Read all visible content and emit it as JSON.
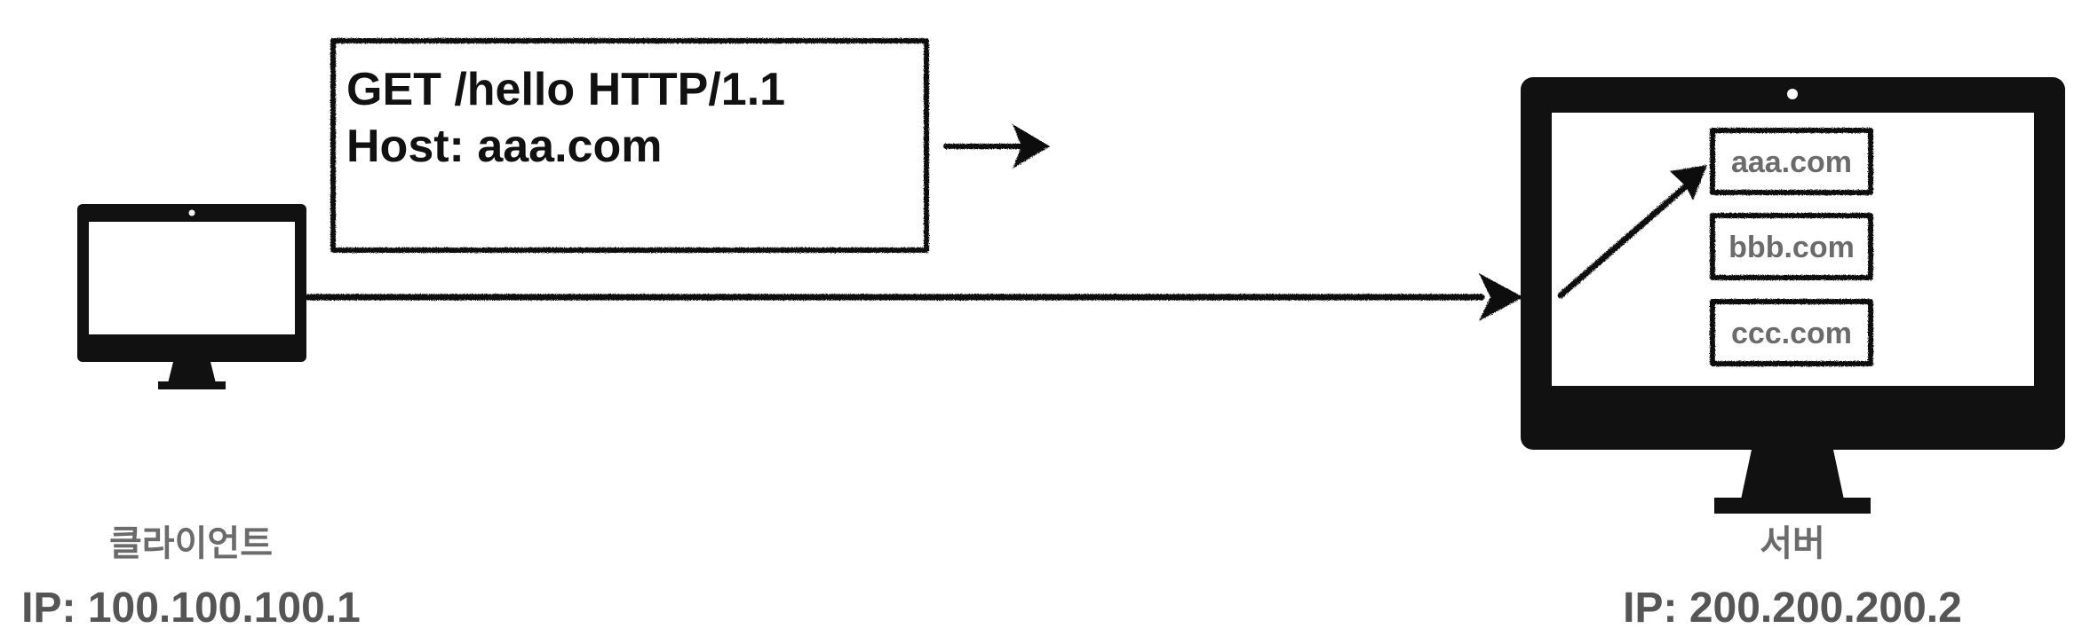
{
  "request": {
    "line1": "GET /hello HTTP/1.1",
    "line2": "Host: aaa.com"
  },
  "client": {
    "name": "클라이언트",
    "ip": "IP: 100.100.100.1",
    "icon": "monitor-icon"
  },
  "server": {
    "name": "서버",
    "ip": "IP: 200.200.200.2",
    "icon": "monitor-icon",
    "domains": [
      "aaa.com",
      "bbb.com",
      "ccc.com"
    ]
  },
  "colors": {
    "stroke": "#111111",
    "label_gray": "#6b6b6b",
    "ip_gray": "#555555",
    "background": "#ffffff"
  }
}
